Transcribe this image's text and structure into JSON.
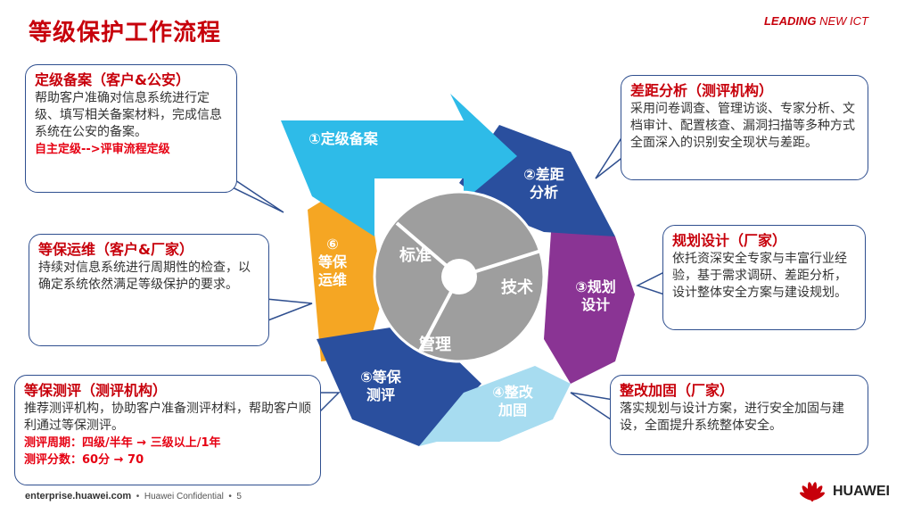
{
  "header": {
    "title": "等级保护工作流程",
    "brand_a": "LEADING",
    "brand_b": "NEW ICT"
  },
  "colors": {
    "seg1": "#2ebbe8",
    "seg2": "#2a4f9e",
    "seg3": "#8a3494",
    "seg4": "#a7dcf0",
    "seg5": "#2a4f9e",
    "seg6": "#f5a623",
    "inner": "#9e9e9e",
    "accent": "#c7000b"
  },
  "cycle": {
    "seg1": "①定级备案",
    "seg2_l1": "②差距",
    "seg2_l2": "分析",
    "seg3_l1": "③规划",
    "seg3_l2": "设计",
    "seg4_l1": "④整改",
    "seg4_l2": "加固",
    "seg5_l1": "⑤等保",
    "seg5_l2": "测评",
    "seg6_l1": "⑥",
    "seg6_l2": "等保",
    "seg6_l3": "运维",
    "inner_a": "标准",
    "inner_b": "技术",
    "inner_c": "管理"
  },
  "callouts": {
    "c1": {
      "head": "定级备案（客户&公安）",
      "body": "帮助客户准确对信息系统进行定级、填写相关备案材料，完成信息系统在公安的备案。",
      "red": "自主定级-->评审流程定级"
    },
    "c2": {
      "head": "差距分析（测评机构）",
      "body": "采用问卷调查、管理访谈、专家分析、文档审计、配置核查、漏洞扫描等多种方式全面深入的识别安全现状与差距。"
    },
    "c3": {
      "head": "规划设计（厂家）",
      "body": "依托资深安全专家与丰富行业经验，基于需求调研、差距分析，设计整体安全方案与建设规划。"
    },
    "c4": {
      "head": "整改加固（厂家）",
      "body": "落实规划与设计方案，进行安全加固与建设，全面提升系统整体安全。"
    },
    "c5": {
      "head": "等保运维（客户&厂家）",
      "body": "持续对信息系统进行周期性的检查，以确定系统依然满足等级保护的要求。"
    },
    "c6": {
      "head": "等保测评（测评机构）",
      "body": "推荐测评机构，协助客户准备测评材料，帮助客户顺利通过等保测评。",
      "red1": "测评周期：四级/半年 → 三级以上/1年",
      "red2": "测评分数：60分 → 70"
    }
  },
  "footer": {
    "site": "enterprise.huawei.com",
    "conf": "Huawei Confidential",
    "page": "5",
    "logo": "HUAWEI"
  }
}
